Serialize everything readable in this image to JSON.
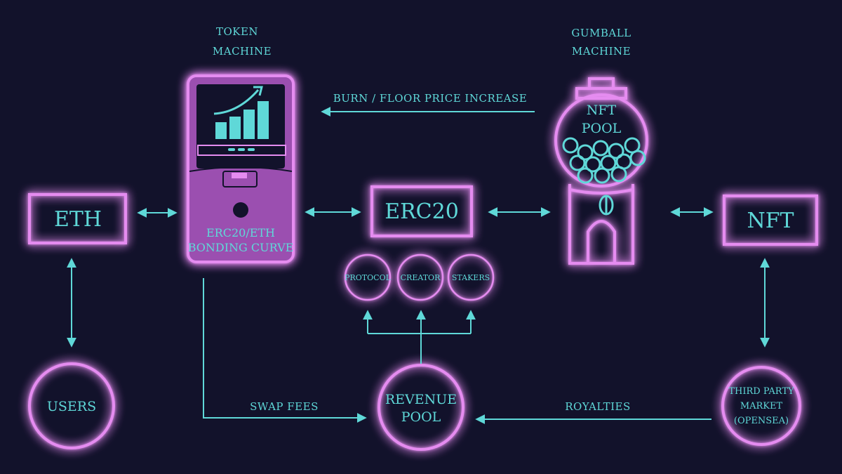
{
  "title_token_machine": [
    "TOKEN",
    "MACHINE"
  ],
  "title_gumball_machine": [
    "GUMBALL",
    "MACHINE"
  ],
  "nodes": {
    "eth": "ETH",
    "erc20": "ERC20",
    "nft": "NFT",
    "users": "USERS",
    "revenue_pool": [
      "REVENUE",
      "POOL"
    ],
    "third_party": [
      "THIRD PARTY",
      "MARKET",
      "(OPENSEA)"
    ],
    "bonding_curve": [
      "ERC20/ETH",
      "BONDING CURVE"
    ],
    "nft_pool": [
      "NFT",
      "POOL"
    ]
  },
  "recipients": {
    "protocol": "PROTOCOL",
    "creator": "CREATOR",
    "stakers": "STAKERS"
  },
  "edges": {
    "burn": "BURN / FLOOR PRICE INCREASE",
    "swap_fees": "SWAP FEES",
    "royalties": "ROYALTIES"
  },
  "colors": {
    "background": "#12122b",
    "neon_pink": "#e58cf0",
    "atm_fill": "#9b4fb0",
    "cyan": "#5fd8d8"
  }
}
